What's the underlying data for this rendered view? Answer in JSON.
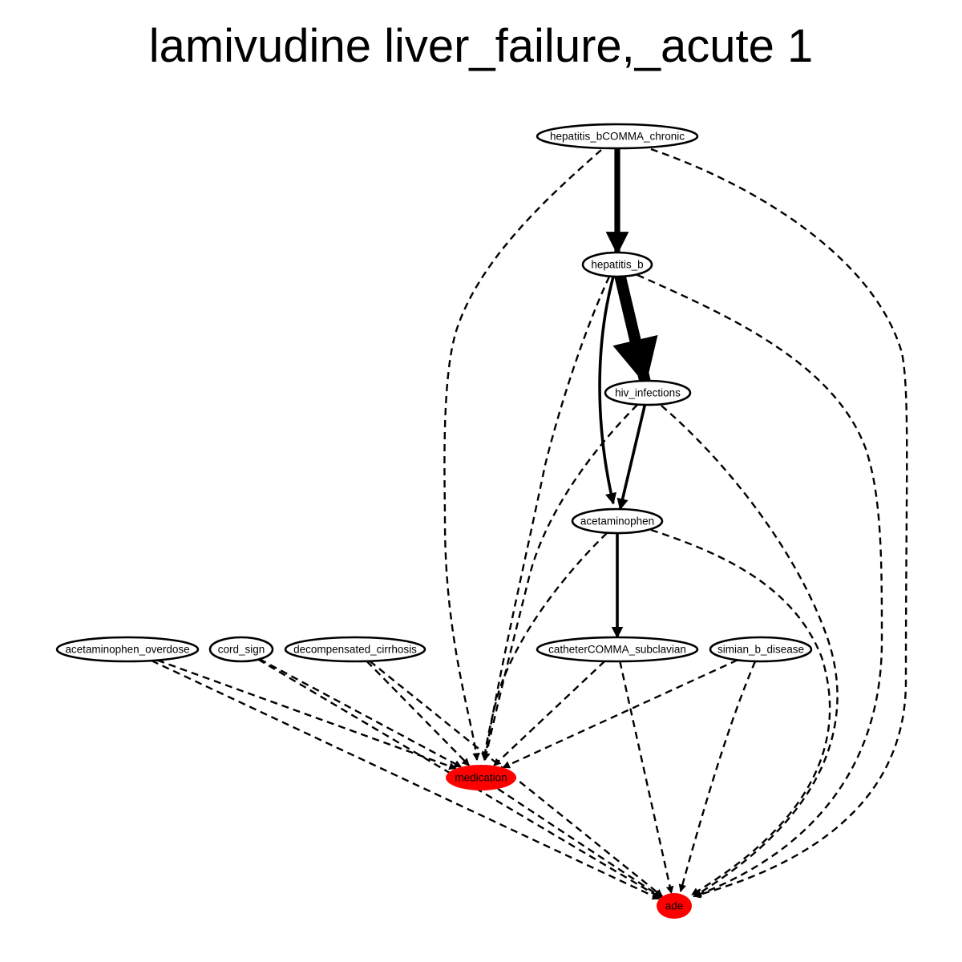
{
  "title": "lamivudine liver_failure,_acute 1",
  "colors": {
    "highlight": "#ff0000",
    "stroke": "#000000",
    "background": "#ffffff"
  },
  "nodes": [
    {
      "id": "hepatitis_bCOMMA_chronic",
      "label": "hepatitis_bCOMMA_chronic",
      "highlight": false
    },
    {
      "id": "hepatitis_b",
      "label": "hepatitis_b",
      "highlight": false
    },
    {
      "id": "hiv_infections",
      "label": "hiv_infections",
      "highlight": false
    },
    {
      "id": "acetaminophen",
      "label": "acetaminophen",
      "highlight": false
    },
    {
      "id": "acetaminophen_overdose",
      "label": "acetaminophen_overdose",
      "highlight": false
    },
    {
      "id": "cord_sign",
      "label": "cord_sign",
      "highlight": false
    },
    {
      "id": "decompensated_cirrhosis",
      "label": "decompensated_cirrhosis",
      "highlight": false
    },
    {
      "id": "catheterCOMMA_subclavian",
      "label": "catheterCOMMA_subclavian",
      "highlight": false
    },
    {
      "id": "simian_b_disease",
      "label": "simian_b_disease",
      "highlight": false
    },
    {
      "id": "medication",
      "label": "medication",
      "highlight": true
    },
    {
      "id": "ade",
      "label": "ade",
      "highlight": true
    }
  ],
  "edges": [
    {
      "from": "hepatitis_bCOMMA_chronic",
      "to": "hepatitis_b",
      "style": "solid",
      "weight": 3
    },
    {
      "from": "hepatitis_b",
      "to": "hiv_infections",
      "style": "solid",
      "weight": 6
    },
    {
      "from": "hepatitis_b",
      "to": "acetaminophen",
      "style": "solid",
      "weight": 1.5
    },
    {
      "from": "hiv_infections",
      "to": "acetaminophen",
      "style": "solid",
      "weight": 1.5
    },
    {
      "from": "acetaminophen",
      "to": "catheterCOMMA_subclavian",
      "style": "solid",
      "weight": 1.5
    },
    {
      "from": "hepatitis_bCOMMA_chronic",
      "to": "medication",
      "style": "dashed",
      "weight": 1
    },
    {
      "from": "hepatitis_bCOMMA_chronic",
      "to": "ade",
      "style": "dashed",
      "weight": 1
    },
    {
      "from": "hepatitis_b",
      "to": "medication",
      "style": "dashed",
      "weight": 1
    },
    {
      "from": "hepatitis_b",
      "to": "ade",
      "style": "dashed",
      "weight": 1
    },
    {
      "from": "hiv_infections",
      "to": "medication",
      "style": "dashed",
      "weight": 1
    },
    {
      "from": "hiv_infections",
      "to": "ade",
      "style": "dashed",
      "weight": 1
    },
    {
      "from": "acetaminophen",
      "to": "medication",
      "style": "dashed",
      "weight": 1
    },
    {
      "from": "acetaminophen",
      "to": "ade",
      "style": "dashed",
      "weight": 1
    },
    {
      "from": "acetaminophen_overdose",
      "to": "medication",
      "style": "dashed",
      "weight": 1
    },
    {
      "from": "acetaminophen_overdose",
      "to": "ade",
      "style": "dashed",
      "weight": 1
    },
    {
      "from": "cord_sign",
      "to": "medication",
      "style": "dashed",
      "weight": 1
    },
    {
      "from": "cord_sign",
      "to": "ade",
      "style": "dashed",
      "weight": 1
    },
    {
      "from": "decompensated_cirrhosis",
      "to": "medication",
      "style": "dashed",
      "weight": 1
    },
    {
      "from": "decompensated_cirrhosis",
      "to": "ade",
      "style": "dashed",
      "weight": 1
    },
    {
      "from": "catheterCOMMA_subclavian",
      "to": "medication",
      "style": "dashed",
      "weight": 1
    },
    {
      "from": "catheterCOMMA_subclavian",
      "to": "ade",
      "style": "dashed",
      "weight": 1
    },
    {
      "from": "simian_b_disease",
      "to": "medication",
      "style": "dashed",
      "weight": 1
    },
    {
      "from": "simian_b_disease",
      "to": "ade",
      "style": "dashed",
      "weight": 1
    },
    {
      "from": "medication",
      "to": "ade",
      "style": "dashed",
      "weight": 1
    }
  ]
}
